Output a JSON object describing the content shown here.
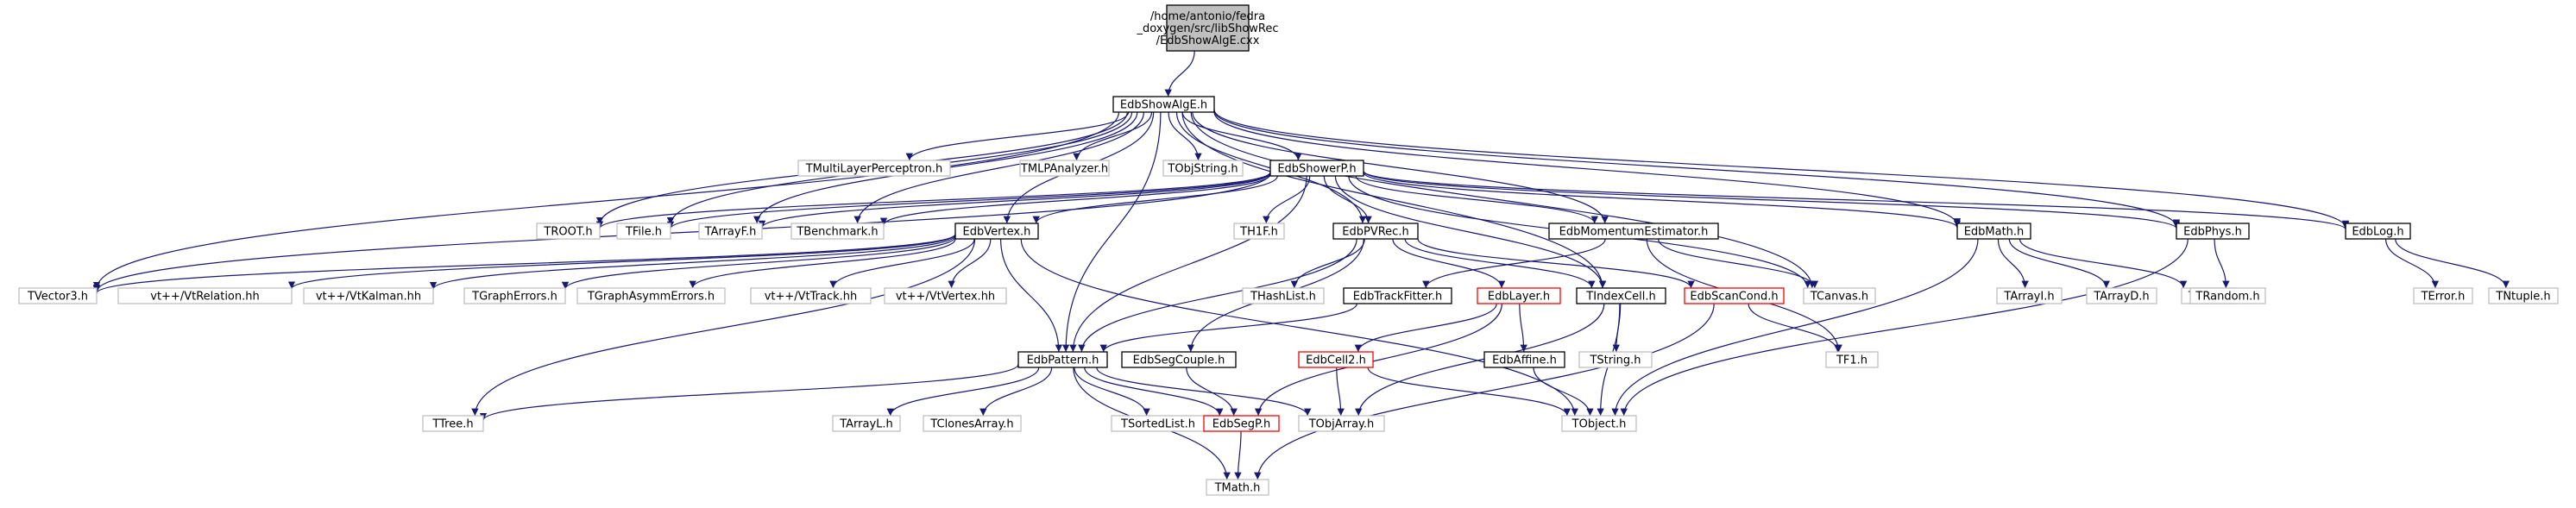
{
  "colors": {
    "edge": "#191970",
    "root_fill": "#bfbfbf",
    "node_border_normal": "#000000",
    "node_border_gray": "#bfbfbf",
    "node_border_red": "#ff0000",
    "text": "#000000"
  },
  "nodes": [
    {
      "id": "root",
      "label": [
        "/home/antonio/fedra",
        "_doxygen/src/libShowRec",
        "/EdbShowAlgE.cxx"
      ],
      "style": "root"
    },
    {
      "id": "EdbShowAlgE_h",
      "label": [
        "EdbShowAlgE.h"
      ],
      "style": "normal"
    },
    {
      "id": "TMultiLayerPerceptron_h",
      "label": [
        "TMultiLayerPerceptron.h"
      ],
      "style": "gray"
    },
    {
      "id": "TMLPAnalyzer_h",
      "label": [
        "TMLPAnalyzer.h"
      ],
      "style": "gray"
    },
    {
      "id": "TObjString_h",
      "label": [
        "TObjString.h"
      ],
      "style": "gray"
    },
    {
      "id": "EdbShowerP_h",
      "label": [
        "EdbShowerP.h"
      ],
      "style": "normal"
    },
    {
      "id": "TROOT_h",
      "label": [
        "TROOT.h"
      ],
      "style": "gray"
    },
    {
      "id": "TFile_h",
      "label": [
        "TFile.h"
      ],
      "style": "gray"
    },
    {
      "id": "TArrayF_h",
      "label": [
        "TArrayF.h"
      ],
      "style": "gray"
    },
    {
      "id": "TBenchmark_h",
      "label": [
        "TBenchmark.h"
      ],
      "style": "gray"
    },
    {
      "id": "EdbVertex_h",
      "label": [
        "EdbVertex.h"
      ],
      "style": "normal"
    },
    {
      "id": "TH1F_h",
      "label": [
        "TH1F.h"
      ],
      "style": "gray"
    },
    {
      "id": "EdbPVRec_h",
      "label": [
        "EdbPVRec.h"
      ],
      "style": "normal"
    },
    {
      "id": "EdbMomentumEstimator_h",
      "label": [
        "EdbMomentumEstimator.h"
      ],
      "style": "normal"
    },
    {
      "id": "EdbMath_h",
      "label": [
        "EdbMath.h"
      ],
      "style": "normal"
    },
    {
      "id": "EdbPhys_h",
      "label": [
        "EdbPhys.h"
      ],
      "style": "normal"
    },
    {
      "id": "EdbLog_h",
      "label": [
        "EdbLog.h"
      ],
      "style": "normal"
    },
    {
      "id": "TVector3_h",
      "label": [
        "TVector3.h"
      ],
      "style": "gray"
    },
    {
      "id": "VtRelation_hh",
      "label": [
        "vt++/VtRelation.hh"
      ],
      "style": "gray"
    },
    {
      "id": "VtKalman_hh",
      "label": [
        "vt++/VtKalman.hh"
      ],
      "style": "gray"
    },
    {
      "id": "TGraphErrors_h",
      "label": [
        "TGraphErrors.h"
      ],
      "style": "gray"
    },
    {
      "id": "TGraphAsymmErrors_h",
      "label": [
        "TGraphAsymmErrors.h"
      ],
      "style": "gray"
    },
    {
      "id": "VtTrack_hh",
      "label": [
        "vt++/VtTrack.hh"
      ],
      "style": "gray"
    },
    {
      "id": "VtVertex_hh",
      "label": [
        "vt++/VtVertex.hh"
      ],
      "style": "gray"
    },
    {
      "id": "THashList_h",
      "label": [
        "THashList.h"
      ],
      "style": "gray"
    },
    {
      "id": "EdbTrackFitter_h",
      "label": [
        "EdbTrackFitter.h"
      ],
      "style": "normal"
    },
    {
      "id": "EdbLayer_h",
      "label": [
        "EdbLayer.h"
      ],
      "style": "red"
    },
    {
      "id": "TIndexCell_h",
      "label": [
        "TIndexCell.h"
      ],
      "style": "normal"
    },
    {
      "id": "EdbScanCond_h",
      "label": [
        "EdbScanCond.h"
      ],
      "style": "red"
    },
    {
      "id": "TCanvas_h",
      "label": [
        "TCanvas.h"
      ],
      "style": "gray"
    },
    {
      "id": "TArrayI_h",
      "label": [
        "TArrayI.h"
      ],
      "style": "gray"
    },
    {
      "id": "TArrayD_h",
      "label": [
        "TArrayD.h"
      ],
      "style": "gray"
    },
    {
      "id": "TH2D_h",
      "label": [
        "TH2D.h"
      ],
      "style": "gray"
    },
    {
      "id": "TRandom_h",
      "label": [
        "TRandom.h"
      ],
      "style": "gray"
    },
    {
      "id": "TError_h",
      "label": [
        "TError.h"
      ],
      "style": "gray"
    },
    {
      "id": "TNtuple_h",
      "label": [
        "TNtuple.h"
      ],
      "style": "gray"
    },
    {
      "id": "EdbPattern_h",
      "label": [
        "EdbPattern.h"
      ],
      "style": "normal"
    },
    {
      "id": "EdbSegCouple_h",
      "label": [
        "EdbSegCouple.h"
      ],
      "style": "normal"
    },
    {
      "id": "EdbCell2_h",
      "label": [
        "EdbCell2.h"
      ],
      "style": "red"
    },
    {
      "id": "EdbAffine_h",
      "label": [
        "EdbAffine.h"
      ],
      "style": "normal"
    },
    {
      "id": "TString_h",
      "label": [
        "TString.h"
      ],
      "style": "gray"
    },
    {
      "id": "TF1_h",
      "label": [
        "TF1.h"
      ],
      "style": "gray"
    },
    {
      "id": "TTree_h",
      "label": [
        "TTree.h"
      ],
      "style": "gray"
    },
    {
      "id": "TArrayL_h",
      "label": [
        "TArrayL.h"
      ],
      "style": "gray"
    },
    {
      "id": "TClonesArray_h",
      "label": [
        "TClonesArray.h"
      ],
      "style": "gray"
    },
    {
      "id": "TSortedList_h",
      "label": [
        "TSortedList.h"
      ],
      "style": "gray"
    },
    {
      "id": "EdbSegP_h",
      "label": [
        "EdbSegP.h"
      ],
      "style": "red"
    },
    {
      "id": "TObjArray_h",
      "label": [
        "TObjArray.h"
      ],
      "style": "gray"
    },
    {
      "id": "TObject_h",
      "label": [
        "TObject.h"
      ],
      "style": "gray"
    },
    {
      "id": "TMath_h",
      "label": [
        "TMath.h"
      ],
      "style": "gray"
    }
  ],
  "edges": [
    [
      "root",
      "EdbShowAlgE_h"
    ],
    [
      "EdbShowAlgE_h",
      "TMultiLayerPerceptron_h"
    ],
    [
      "EdbShowAlgE_h",
      "TMLPAnalyzer_h"
    ],
    [
      "EdbShowAlgE_h",
      "TObjString_h"
    ],
    [
      "EdbShowAlgE_h",
      "EdbShowerP_h"
    ],
    [
      "EdbShowAlgE_h",
      "TROOT_h"
    ],
    [
      "EdbShowAlgE_h",
      "TFile_h"
    ],
    [
      "EdbShowAlgE_h",
      "TArrayF_h"
    ],
    [
      "EdbShowAlgE_h",
      "TBenchmark_h"
    ],
    [
      "EdbShowAlgE_h",
      "EdbVertex_h"
    ],
    [
      "EdbShowAlgE_h",
      "EdbPVRec_h"
    ],
    [
      "EdbShowAlgE_h",
      "EdbMomentumEstimator_h"
    ],
    [
      "EdbShowAlgE_h",
      "EdbMath_h"
    ],
    [
      "EdbShowAlgE_h",
      "EdbPhys_h"
    ],
    [
      "EdbShowAlgE_h",
      "EdbLog_h"
    ],
    [
      "EdbShowAlgE_h",
      "TVector3_h"
    ],
    [
      "EdbShowAlgE_h",
      "TIndexCell_h"
    ],
    [
      "EdbShowAlgE_h",
      "TCanvas_h"
    ],
    [
      "EdbShowAlgE_h",
      "EdbPattern_h"
    ],
    [
      "EdbShowerP_h",
      "TROOT_h"
    ],
    [
      "EdbShowerP_h",
      "TFile_h"
    ],
    [
      "EdbShowerP_h",
      "TArrayF_h"
    ],
    [
      "EdbShowerP_h",
      "TBenchmark_h"
    ],
    [
      "EdbShowerP_h",
      "EdbVertex_h"
    ],
    [
      "EdbShowerP_h",
      "TH1F_h"
    ],
    [
      "EdbShowerP_h",
      "EdbPVRec_h"
    ],
    [
      "EdbShowerP_h",
      "EdbMomentumEstimator_h"
    ],
    [
      "EdbShowerP_h",
      "EdbMath_h"
    ],
    [
      "EdbShowerP_h",
      "EdbPhys_h"
    ],
    [
      "EdbShowerP_h",
      "EdbLog_h"
    ],
    [
      "EdbShowerP_h",
      "TVector3_h"
    ],
    [
      "EdbShowerP_h",
      "TIndexCell_h"
    ],
    [
      "EdbShowerP_h",
      "TCanvas_h"
    ],
    [
      "EdbShowerP_h",
      "EdbPattern_h"
    ],
    [
      "EdbVertex_h",
      "TVector3_h"
    ],
    [
      "EdbVertex_h",
      "VtRelation_hh"
    ],
    [
      "EdbVertex_h",
      "VtKalman_hh"
    ],
    [
      "EdbVertex_h",
      "TGraphErrors_h"
    ],
    [
      "EdbVertex_h",
      "TGraphAsymmErrors_h"
    ],
    [
      "EdbVertex_h",
      "VtTrack_hh"
    ],
    [
      "EdbVertex_h",
      "VtVertex_hh"
    ],
    [
      "EdbVertex_h",
      "EdbPattern_h"
    ],
    [
      "EdbVertex_h",
      "TTree_h"
    ],
    [
      "EdbVertex_h",
      "TObject_h"
    ],
    [
      "EdbPVRec_h",
      "THashList_h"
    ],
    [
      "EdbPVRec_h",
      "EdbLayer_h"
    ],
    [
      "EdbPVRec_h",
      "TIndexCell_h"
    ],
    [
      "EdbPVRec_h",
      "EdbScanCond_h"
    ],
    [
      "EdbPVRec_h",
      "EdbPattern_h"
    ],
    [
      "EdbPVRec_h",
      "EdbSegCouple_h"
    ],
    [
      "EdbMomentumEstimator_h",
      "EdbTrackFitter_h"
    ],
    [
      "EdbMomentumEstimator_h",
      "TCanvas_h"
    ],
    [
      "EdbMomentumEstimator_h",
      "TF1_h"
    ],
    [
      "EdbTrackFitter_h",
      "EdbPattern_h"
    ],
    [
      "EdbMath_h",
      "TArrayI_h"
    ],
    [
      "EdbMath_h",
      "TArrayD_h"
    ],
    [
      "EdbMath_h",
      "TH2D_h"
    ],
    [
      "EdbMath_h",
      "TObject_h"
    ],
    [
      "EdbPhys_h",
      "TRandom_h"
    ],
    [
      "EdbPhys_h",
      "TObject_h"
    ],
    [
      "EdbLog_h",
      "TError_h"
    ],
    [
      "EdbLog_h",
      "TNtuple_h"
    ],
    [
      "EdbLayer_h",
      "EdbCell2_h"
    ],
    [
      "EdbLayer_h",
      "EdbAffine_h"
    ],
    [
      "EdbLayer_h",
      "EdbSegP_h"
    ],
    [
      "TIndexCell_h",
      "TString_h"
    ],
    [
      "TIndexCell_h",
      "TObject_h"
    ],
    [
      "TIndexCell_h",
      "TObjArray_h"
    ],
    [
      "EdbScanCond_h",
      "TF1_h"
    ],
    [
      "EdbScanCond_h",
      "TMath_h"
    ],
    [
      "EdbPattern_h",
      "TTree_h"
    ],
    [
      "EdbPattern_h",
      "TArrayL_h"
    ],
    [
      "EdbPattern_h",
      "TClonesArray_h"
    ],
    [
      "EdbPattern_h",
      "TSortedList_h"
    ],
    [
      "EdbPattern_h",
      "EdbSegP_h"
    ],
    [
      "EdbPattern_h",
      "TObjArray_h"
    ],
    [
      "EdbPattern_h",
      "TMath_h"
    ],
    [
      "EdbSegCouple_h",
      "EdbSegP_h"
    ],
    [
      "EdbCell2_h",
      "TObjArray_h"
    ],
    [
      "EdbCell2_h",
      "TObject_h"
    ],
    [
      "EdbAffine_h",
      "TObject_h"
    ],
    [
      "EdbSegP_h",
      "TMath_h"
    ]
  ]
}
